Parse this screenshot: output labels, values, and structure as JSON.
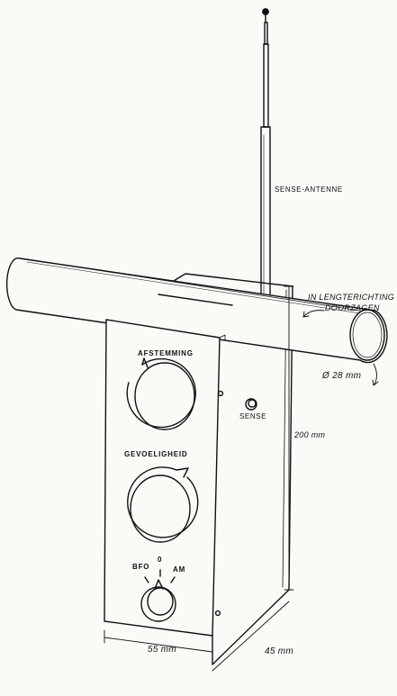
{
  "labels": {
    "antenna": "SENSE-ANTENNE",
    "cut_line1": "IN LENGTERICHTING",
    "cut_line2": "DOORZAGEN",
    "diameter": "Ø 28 mm",
    "height": "200 mm",
    "width": "55 mm",
    "depth": "45 mm",
    "tuning": "AFSTEMMING",
    "sensitivity": "GEVOELIGHEID",
    "sense": "SENSE",
    "bfo": "BFO",
    "off": "0",
    "am": "AM"
  },
  "colors": {
    "ink": "#111111",
    "paper": "#fafaf7"
  }
}
